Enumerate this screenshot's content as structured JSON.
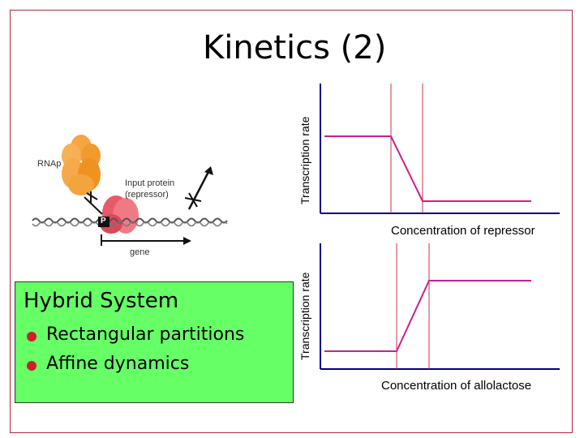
{
  "slide": {
    "title": "Kinetics (2)"
  },
  "hybrid_box": {
    "title": "Hybrid System",
    "bullets": [
      "Rectangular partitions",
      "Affine dynamics"
    ],
    "bullet_color": "#cc1f2f",
    "background": "#66ff66"
  },
  "illustration": {
    "rnap_label": "RNAp",
    "input_protein_line1": "Input protein",
    "input_protein_line2": "(repressor)",
    "p_label": "P",
    "gene_label": "gene"
  },
  "graph_top": {
    "ylabel": "Transcription rate",
    "xlabel": "Concentration of repressor",
    "shape": "high-then-decreasing"
  },
  "graph_bottom": {
    "ylabel": "Transcription rate",
    "xlabel": "Concentration of allolactose",
    "shape": "low-then-increasing"
  },
  "colors": {
    "frame": "#b0283f",
    "curve": "#cc1f8a",
    "threshold": "#cc3344",
    "axis": "#000080"
  }
}
